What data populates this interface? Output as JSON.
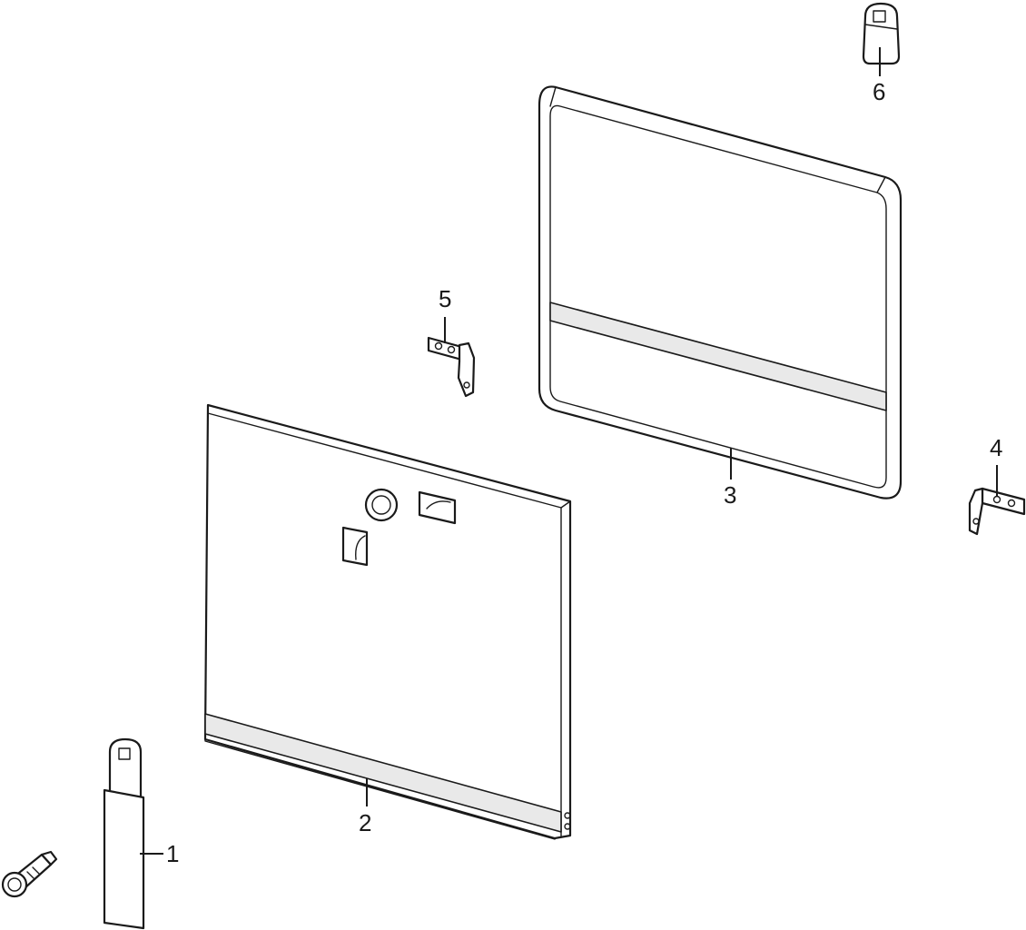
{
  "callouts": [
    {
      "id": "1",
      "label": "1"
    },
    {
      "id": "2",
      "label": "2"
    },
    {
      "id": "3",
      "label": "3"
    },
    {
      "id": "4",
      "label": "4"
    },
    {
      "id": "5",
      "label": "5"
    },
    {
      "id": "6",
      "label": "6"
    }
  ],
  "colors": {
    "line": "#1a1a1a",
    "background": "#ffffff",
    "shade": "#e9e9e9"
  }
}
